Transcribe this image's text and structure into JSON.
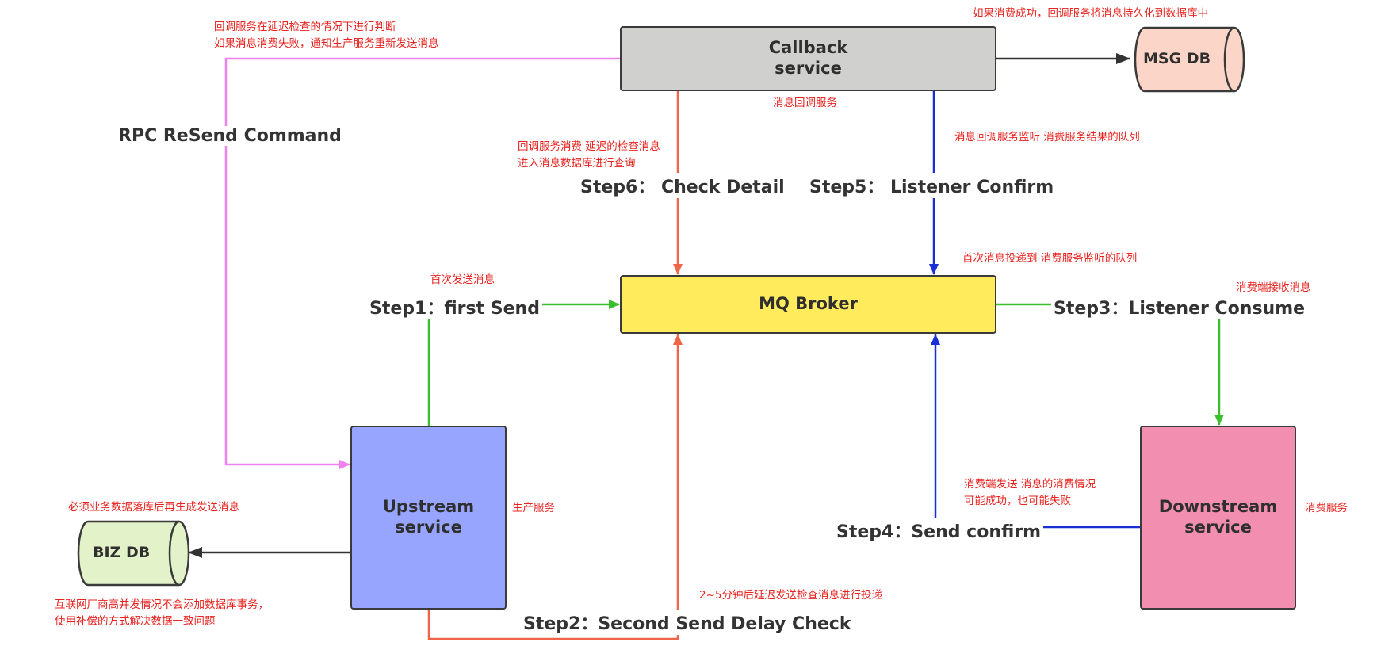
{
  "nodes": {
    "callback": {
      "label": "Callback\nservice",
      "fill": "#d0d0ce"
    },
    "broker": {
      "label": "MQ Broker",
      "fill": "#ffeb5c"
    },
    "upstream": {
      "label": "Upstream\nservice",
      "fill": "#98a5ff"
    },
    "downstream": {
      "label": "Downstream\nservice",
      "fill": "#f28fb1"
    },
    "msg_db": {
      "label": "MSG DB",
      "fill": "#fbd5c7"
    },
    "biz_db": {
      "label": "BIZ DB",
      "fill": "#e3f2c9"
    }
  },
  "steps": {
    "step1": "Step1：first Send",
    "step2": "Step2：Second Send Delay Check",
    "step3": "Step3：Listener Consume",
    "step4": "Step4：Send confirm",
    "step5": "Step5：  Listener Confirm",
    "step6": "Step6：  Check Detail",
    "rpc": "RPC ReSend Command"
  },
  "notes": {
    "callback_judge": [
      "回调服务在延迟检查的情况下进行判断",
      "如果消息消费失败，通知生产服务重新发送消息"
    ],
    "persist_on_success": [
      "如果消费成功，回调服务将消息持久化到数据库中"
    ],
    "callback_service": [
      "消息回调服务"
    ],
    "callback_consume_check": [
      "回调服务消费 延迟的检查消息",
      "进入消息数据库进行查询"
    ],
    "callback_listen": [
      "消息回调服务监听 消费服务结果的队列"
    ],
    "first_delivery": [
      "首次消息投递到 消费服务监听的队列"
    ],
    "first_send": [
      "首次发送消息"
    ],
    "consumer_receive": [
      "消费端接收消息"
    ],
    "producer_service": [
      "生产服务"
    ],
    "consumer_service": [
      "消费服务"
    ],
    "biz_first": [
      "必须业务数据落库后再生成发送消息"
    ],
    "consumer_send_result": [
      "消费端发送 消息的消费情况",
      "可能成功，也可能失败"
    ],
    "delay_check": [
      "2~5分钟后延迟发送检查消息进行投递"
    ],
    "compensation": [
      "互联网厂商高并发情况不会添加数据库事务，",
      "使用补偿的方式解决数据一致问题"
    ]
  },
  "colors": {
    "magenta": "#ee82ee",
    "orange": "#ee6647",
    "blue": "#1a2fd6",
    "green": "#3cbf2c",
    "dark": "#333333",
    "note_red": "#e8231f"
  }
}
